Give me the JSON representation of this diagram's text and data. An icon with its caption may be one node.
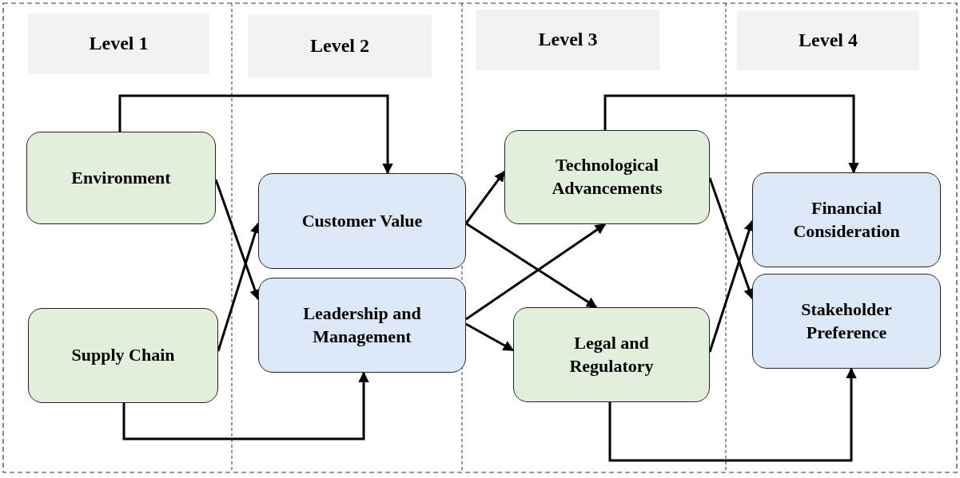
{
  "diagram": {
    "nodes": [
      {
        "text": [
          "Level 1"
        ]
      },
      {
        "text": [
          "Level 2"
        ]
      },
      {
        "text": [
          "Level 3"
        ]
      },
      {
        "text": [
          "Level 4"
        ]
      },
      {
        "text": [
          "Environment"
        ]
      },
      {
        "text": [
          "Supply Chain"
        ]
      },
      {
        "text": [
          "Customer Value"
        ]
      },
      {
        "text": [
          "Leadership and Management"
        ]
      },
      {
        "text": [
          "Technological Advancements"
        ]
      },
      {
        "text": [
          "Legal and Regulatory"
        ]
      },
      {
        "text": [
          "Financial Consideration"
        ]
      },
      {
        "text": [
          "Stakeholder Preference"
        ]
      }
    ],
    "edges": [
      {
        "from": 4,
        "to": 6,
        "arrow": "to"
      },
      {
        "from": 4,
        "to": 7,
        "arrow": "to"
      },
      {
        "from": 5,
        "to": 6,
        "arrow": "to"
      },
      {
        "from": 5,
        "to": 7,
        "arrow": "to"
      },
      {
        "from": 6,
        "to": 8,
        "arrow": "to"
      },
      {
        "from": 6,
        "to": 9,
        "arrow": "to"
      },
      {
        "from": 7,
        "to": 8,
        "arrow": "to"
      },
      {
        "from": 7,
        "to": 9,
        "arrow": "to"
      },
      {
        "from": 8,
        "to": 10,
        "arrow": "to"
      },
      {
        "from": 8,
        "to": 11,
        "arrow": "to"
      },
      {
        "from": 9,
        "to": 10,
        "arrow": "to"
      },
      {
        "from": 9,
        "to": 11,
        "arrow": "to"
      }
    ]
  }
}
